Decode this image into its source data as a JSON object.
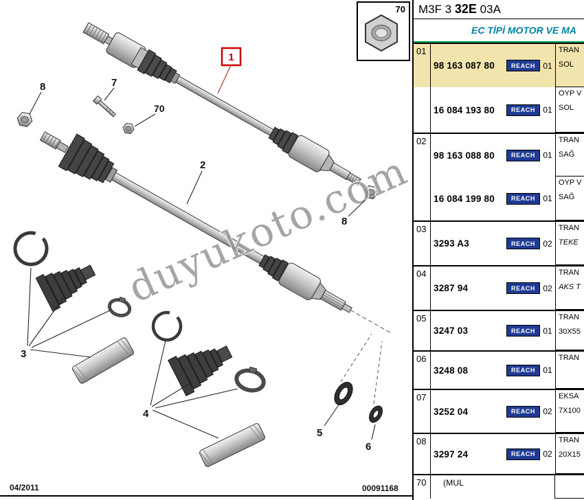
{
  "header": {
    "code_prefix": "M3F 3 ",
    "code_bold": "32E",
    "code_suffix": " 03A",
    "subtitle": "EC TİPİ MOTOR VE MA"
  },
  "nut_box": {
    "label": "70"
  },
  "diagram": {
    "watermark": "duyukoto.com",
    "date": "04/2011",
    "doc_number": "00091168",
    "callouts": {
      "item1": "1",
      "item2": "2",
      "item3": "3",
      "item4": "4",
      "item5": "5",
      "item6": "6",
      "item7": "7",
      "item8_left": "8",
      "item8_right": "8",
      "item70": "70"
    }
  },
  "table": {
    "reach_label": "REACH",
    "blocks": [
      {
        "no": "01",
        "rows": [
          {
            "part": "98 163 087 80",
            "qty": "01",
            "desc1": "TRAN",
            "desc2": "SOL"
          },
          {
            "part": "16 084 193 80",
            "qty": "01",
            "desc1": "OYP V",
            "desc2": "SOL"
          }
        ]
      },
      {
        "no": "02",
        "rows": [
          {
            "part": "98 163 088 80",
            "qty": "01",
            "desc1": "TRAN",
            "desc2": "SAĞ"
          },
          {
            "part": "16 084 199 80",
            "qty": "01",
            "desc1": "OYP V",
            "desc2": "SAĞ"
          }
        ]
      },
      {
        "no": "03",
        "rows": [
          {
            "part": "3293 A3",
            "qty": "02",
            "desc1": "TRAN",
            "desc2": "TEKE"
          }
        ]
      },
      {
        "no": "04",
        "rows": [
          {
            "part": "3287 94",
            "qty": "02",
            "desc1": "TRAN",
            "desc2": "AKS T"
          }
        ]
      },
      {
        "no": "05",
        "rows": [
          {
            "part": "3247 03",
            "qty": "01",
            "desc1": "TRAN",
            "desc2": "30X55"
          }
        ]
      },
      {
        "no": "06",
        "rows": [
          {
            "part": "3248 08",
            "qty": "01",
            "desc1": "TRAN",
            "desc2": ""
          }
        ]
      },
      {
        "no": "07",
        "rows": [
          {
            "part": "3252 04",
            "qty": "02",
            "desc1": "EKSA",
            "desc2": "7X100"
          }
        ]
      },
      {
        "no": "08",
        "rows": [
          {
            "part": "3297 24",
            "qty": "02",
            "desc1": "TRAN",
            "desc2": "20X15"
          }
        ]
      },
      {
        "no": "70",
        "rows": [
          {
            "part": "(MUL",
            "qty": "",
            "desc1": "",
            "desc2": ""
          }
        ]
      }
    ]
  },
  "colors": {
    "highlight": "#F2E4AD",
    "reach_bg": "#1E3A93",
    "subtitle_teal": "#0082A0",
    "underline_green": "#00A651",
    "callout_red": "#CC0000"
  }
}
